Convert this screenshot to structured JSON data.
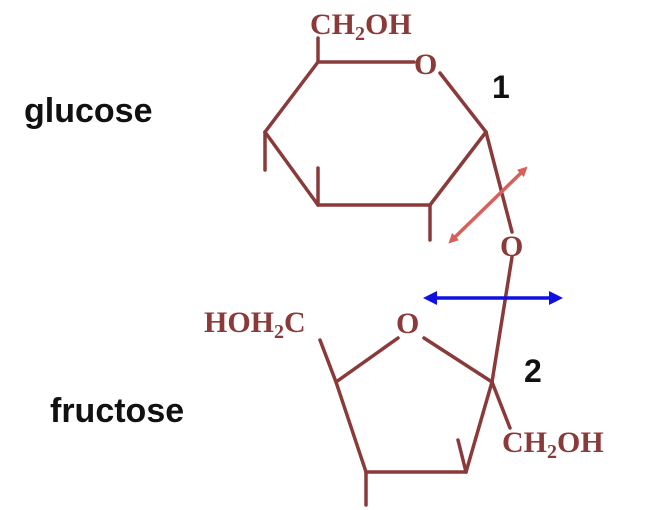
{
  "labels": {
    "glucose": "glucose",
    "fructose": "fructose",
    "pos1": "1",
    "pos2": "2"
  },
  "atoms": {
    "glucose_ring_o": "O",
    "bridge_o": "O",
    "fructose_ring_o": "O",
    "glucose_ch2oh": {
      "main": "CH",
      "sub": "2",
      "tail": "OH"
    },
    "fructose_hoh2c": {
      "main": "HOH",
      "sub": "2",
      "tail": "C"
    },
    "fructose_ch2oh": {
      "main": "CH",
      "sub": "2",
      "tail": "OH"
    }
  },
  "colors": {
    "bond": "#8b3a3a",
    "arrow_diagonal": "#d9605a",
    "arrow_horizontal": "#1010e0",
    "text": "#111111"
  }
}
